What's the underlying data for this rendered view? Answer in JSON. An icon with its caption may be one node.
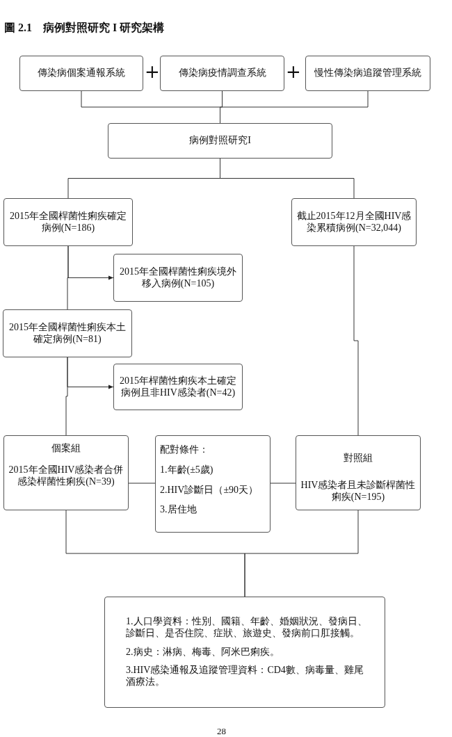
{
  "diagram": {
    "title": "圖 2.1　病例對照研究 I 研究架構",
    "nodes": [
      {
        "text": [
          "傳染病個案通報系統"
        ]
      },
      {
        "text": [
          "傳染病疫情調查系統"
        ]
      },
      {
        "text": [
          "慢性傳染病追蹤管理系統"
        ]
      },
      {
        "text": [
          "病例對照研究I"
        ]
      },
      {
        "text": [
          "2015年全國桿菌性痢疾確定病例(N=186)"
        ]
      },
      {
        "text": [
          "截止2015年12月全國HIV感染累積病例(N=32,044)"
        ]
      },
      {
        "text": [
          "2015年全國桿菌性痢疾境外移入病例(N=105)"
        ]
      },
      {
        "text": [
          "2015年全國桿菌性痢疾本土確定病例(N=81)"
        ]
      },
      {
        "text": [
          "2015年桿菌性痢疾本土確定病例且非HIV感染者(N=42)"
        ]
      },
      {
        "text": [
          "個案組",
          "2015年全國HIV感染者合併感染桿菌性痢疾(N=39)"
        ]
      },
      {
        "text": [
          "配對條件：",
          "1.年齡(±5歲)",
          "2.HIV診斷日（±90天）",
          "3.居住地"
        ]
      },
      {
        "text": [
          "對照組",
          "HIV感染者且未診斷桿菌性痢疾(N=195)"
        ]
      },
      {
        "text": [
          "1.人口學資料：性別、國籍、年齡、婚姻狀況、發病日、診斷日、是否住院、症狀、旅遊史、發病前口肛接觸。",
          "2.病史：淋病、梅毒、阿米巴痢疾。",
          "3.HIV感染通報及追蹤管理資料：CD4數、病毒量、雞尾酒療法。"
        ]
      }
    ],
    "edges": [
      {
        "from": 0,
        "to": 3,
        "arrow": "none"
      },
      {
        "from": 1,
        "to": 3,
        "arrow": "none"
      },
      {
        "from": 2,
        "to": 3,
        "arrow": "none"
      },
      {
        "from": 3,
        "to": 4,
        "arrow": "none"
      },
      {
        "from": 3,
        "to": 5,
        "arrow": "none"
      },
      {
        "from": 4,
        "to": 6,
        "arrow": "to"
      },
      {
        "from": 4,
        "to": 7,
        "arrow": "none"
      },
      {
        "from": 7,
        "to": 8,
        "arrow": "to"
      },
      {
        "from": 7,
        "to": 9,
        "arrow": "none"
      },
      {
        "from": 5,
        "to": 11,
        "arrow": "none"
      },
      {
        "from": 9,
        "to": 10,
        "arrow": "none"
      },
      {
        "from": 10,
        "to": 11,
        "arrow": "none"
      },
      {
        "from": 9,
        "to": 12,
        "arrow": "none"
      },
      {
        "from": 11,
        "to": 12,
        "arrow": "none"
      }
    ],
    "labels": [
      "+",
      "+",
      "28"
    ]
  }
}
